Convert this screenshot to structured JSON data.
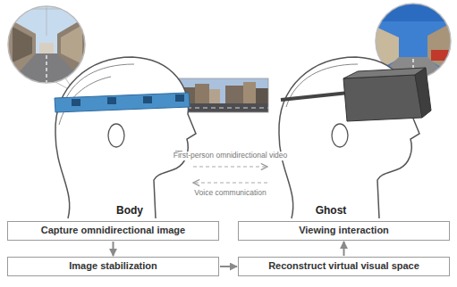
{
  "diagram": {
    "nodes": [
      {
        "text": [
          "Body"
        ]
      },
      {
        "text": [
          "Ghost"
        ]
      },
      {
        "text": [
          "Capture omnidirectional image"
        ]
      },
      {
        "text": [
          "Viewing interaction"
        ]
      },
      {
        "text": [
          "Image stabilization"
        ]
      },
      {
        "text": [
          "Reconstruct virtual visual space"
        ]
      }
    ],
    "edges": [
      {
        "from": 0,
        "to": 1,
        "arrow": "to",
        "label": "First-person omnidirectional video"
      },
      {
        "from": 1,
        "to": 0,
        "arrow": "to",
        "label": "Voice communication"
      },
      {
        "from": 2,
        "to": 4,
        "arrow": "to"
      },
      {
        "from": 4,
        "to": 5,
        "arrow": "to"
      },
      {
        "from": 5,
        "to": 3,
        "arrow": "to"
      }
    ]
  }
}
